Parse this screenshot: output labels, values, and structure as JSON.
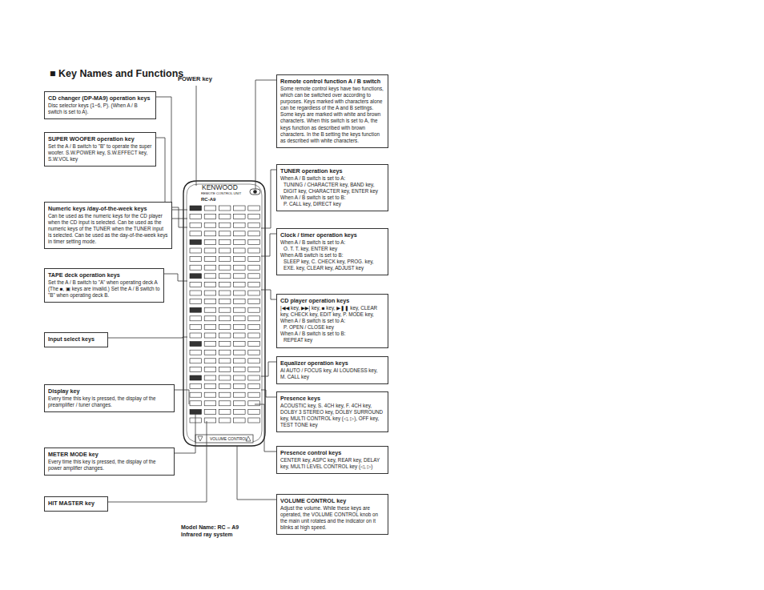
{
  "diagram": {
    "title": "■ Key Names and Functions",
    "nodes": [
      {
        "text": [
          "CD changer (DP-MA9) operation keys",
          "Disc selector keys (1~6, P). (When A / B switch is set to A)."
        ]
      },
      {
        "text": [
          "SUPER WOOFER operation key",
          "Set the A / B switch to \"B\" to operate the super woofer. S.W.POWER key, S.W.EFFECT key, S.W.VOL key"
        ]
      },
      {
        "text": [
          "Numeric keys /day-of-the-week keys",
          "Can be used as the numeric keys for the CD player when the CD input is selected. Can be used as the numeric keys of the TUNER when the TUNER input is selected. Can be used as the day-of-the-week keys in timer setting mode."
        ]
      },
      {
        "text": [
          "TAPE deck operation keys",
          "Set the A / B switch to \"A\" when operating deck A (The ■, ▣ keys are invalid.) Set the A / B switch to \"B\" when operating deck B."
        ]
      },
      {
        "text": [
          "Input select keys"
        ]
      },
      {
        "text": [
          "Display key",
          "Every time this key is pressed, the display of the preamplifier / tuner changes."
        ]
      },
      {
        "text": [
          "METER MODE key",
          "Every time this key is pressed, the display of the power amplifier changes."
        ]
      },
      {
        "text": [
          "HIT MASTER key"
        ]
      },
      {
        "text": [
          "Remote control function A / B switch",
          "Some remote control keys have two functions, which can be switched over according to purposes. Keys marked with characters alone can be regardless of the A and B settings. Some keys are marked with white and brown characters. When this switch is set to A, the keys function as described with brown characters. In the B setting the keys function as described with white characters."
        ]
      },
      {
        "text": [
          "TUNER operation keys",
          "When A / B switch is set to A:",
          "TUNING / CHARACTER key, BAND key, DIGIT key, CHARACTER key, ENTER key",
          "When A / B switch is set to B:",
          "P. CALL key, DIRECT key"
        ]
      },
      {
        "text": [
          "Clock / timer operation keys",
          "When A / B switch is set to A:",
          "O. T. T. key, ENTER key",
          "When A/B switch is set to B:",
          "SLEEP key, C. CHECK key, PROG. key, EXE. key, CLEAR key, ADJUST key"
        ]
      },
      {
        "text": [
          "CD player operation keys",
          "|◀◀ key, ▶▶| key, ■ key, ▶❚❚ key, CLEAR key, CHECK key, EDIT key, P. MODE key,",
          "When A / B switch is set to A:",
          "P. OPEN / CLOSE key",
          "When A / B switch is set to B:",
          "REPEAT key"
        ]
      },
      {
        "text": [
          "Equalizer operation keys",
          "AI AUTO / FOCUS key, AI LOUDNESS key, M. CALL key"
        ]
      },
      {
        "text": [
          "Presence keys",
          "ACOUSTIC key, S. 4CH key, F. 4CH key, DOLBY 3 STEREO key, DOLBY SURROUND key, MULTI CONTROL key (◁, ▷), OFF key, TEST TONE key"
        ]
      },
      {
        "text": [
          "Presence control keys",
          "CENTER key, ASPC key, REAR key, DELAY key, MULTI LEVEL CONTROL key (◁, ▷)"
        ]
      },
      {
        "text": [
          "VOLUME CONTROL key",
          "Adjust the volume. While these keys are operated, the VOLUME CONTROL knob on the main unit rotates and the indicator on it blinks at high speed."
        ]
      }
    ],
    "labels": [
      "POWER key",
      "KENWOOD",
      "REMOTE CONTROL UNIT",
      "RC-A9",
      "VOLUME CONTROL",
      "Model Name: RC – A9",
      "Infrared ray system"
    ]
  }
}
